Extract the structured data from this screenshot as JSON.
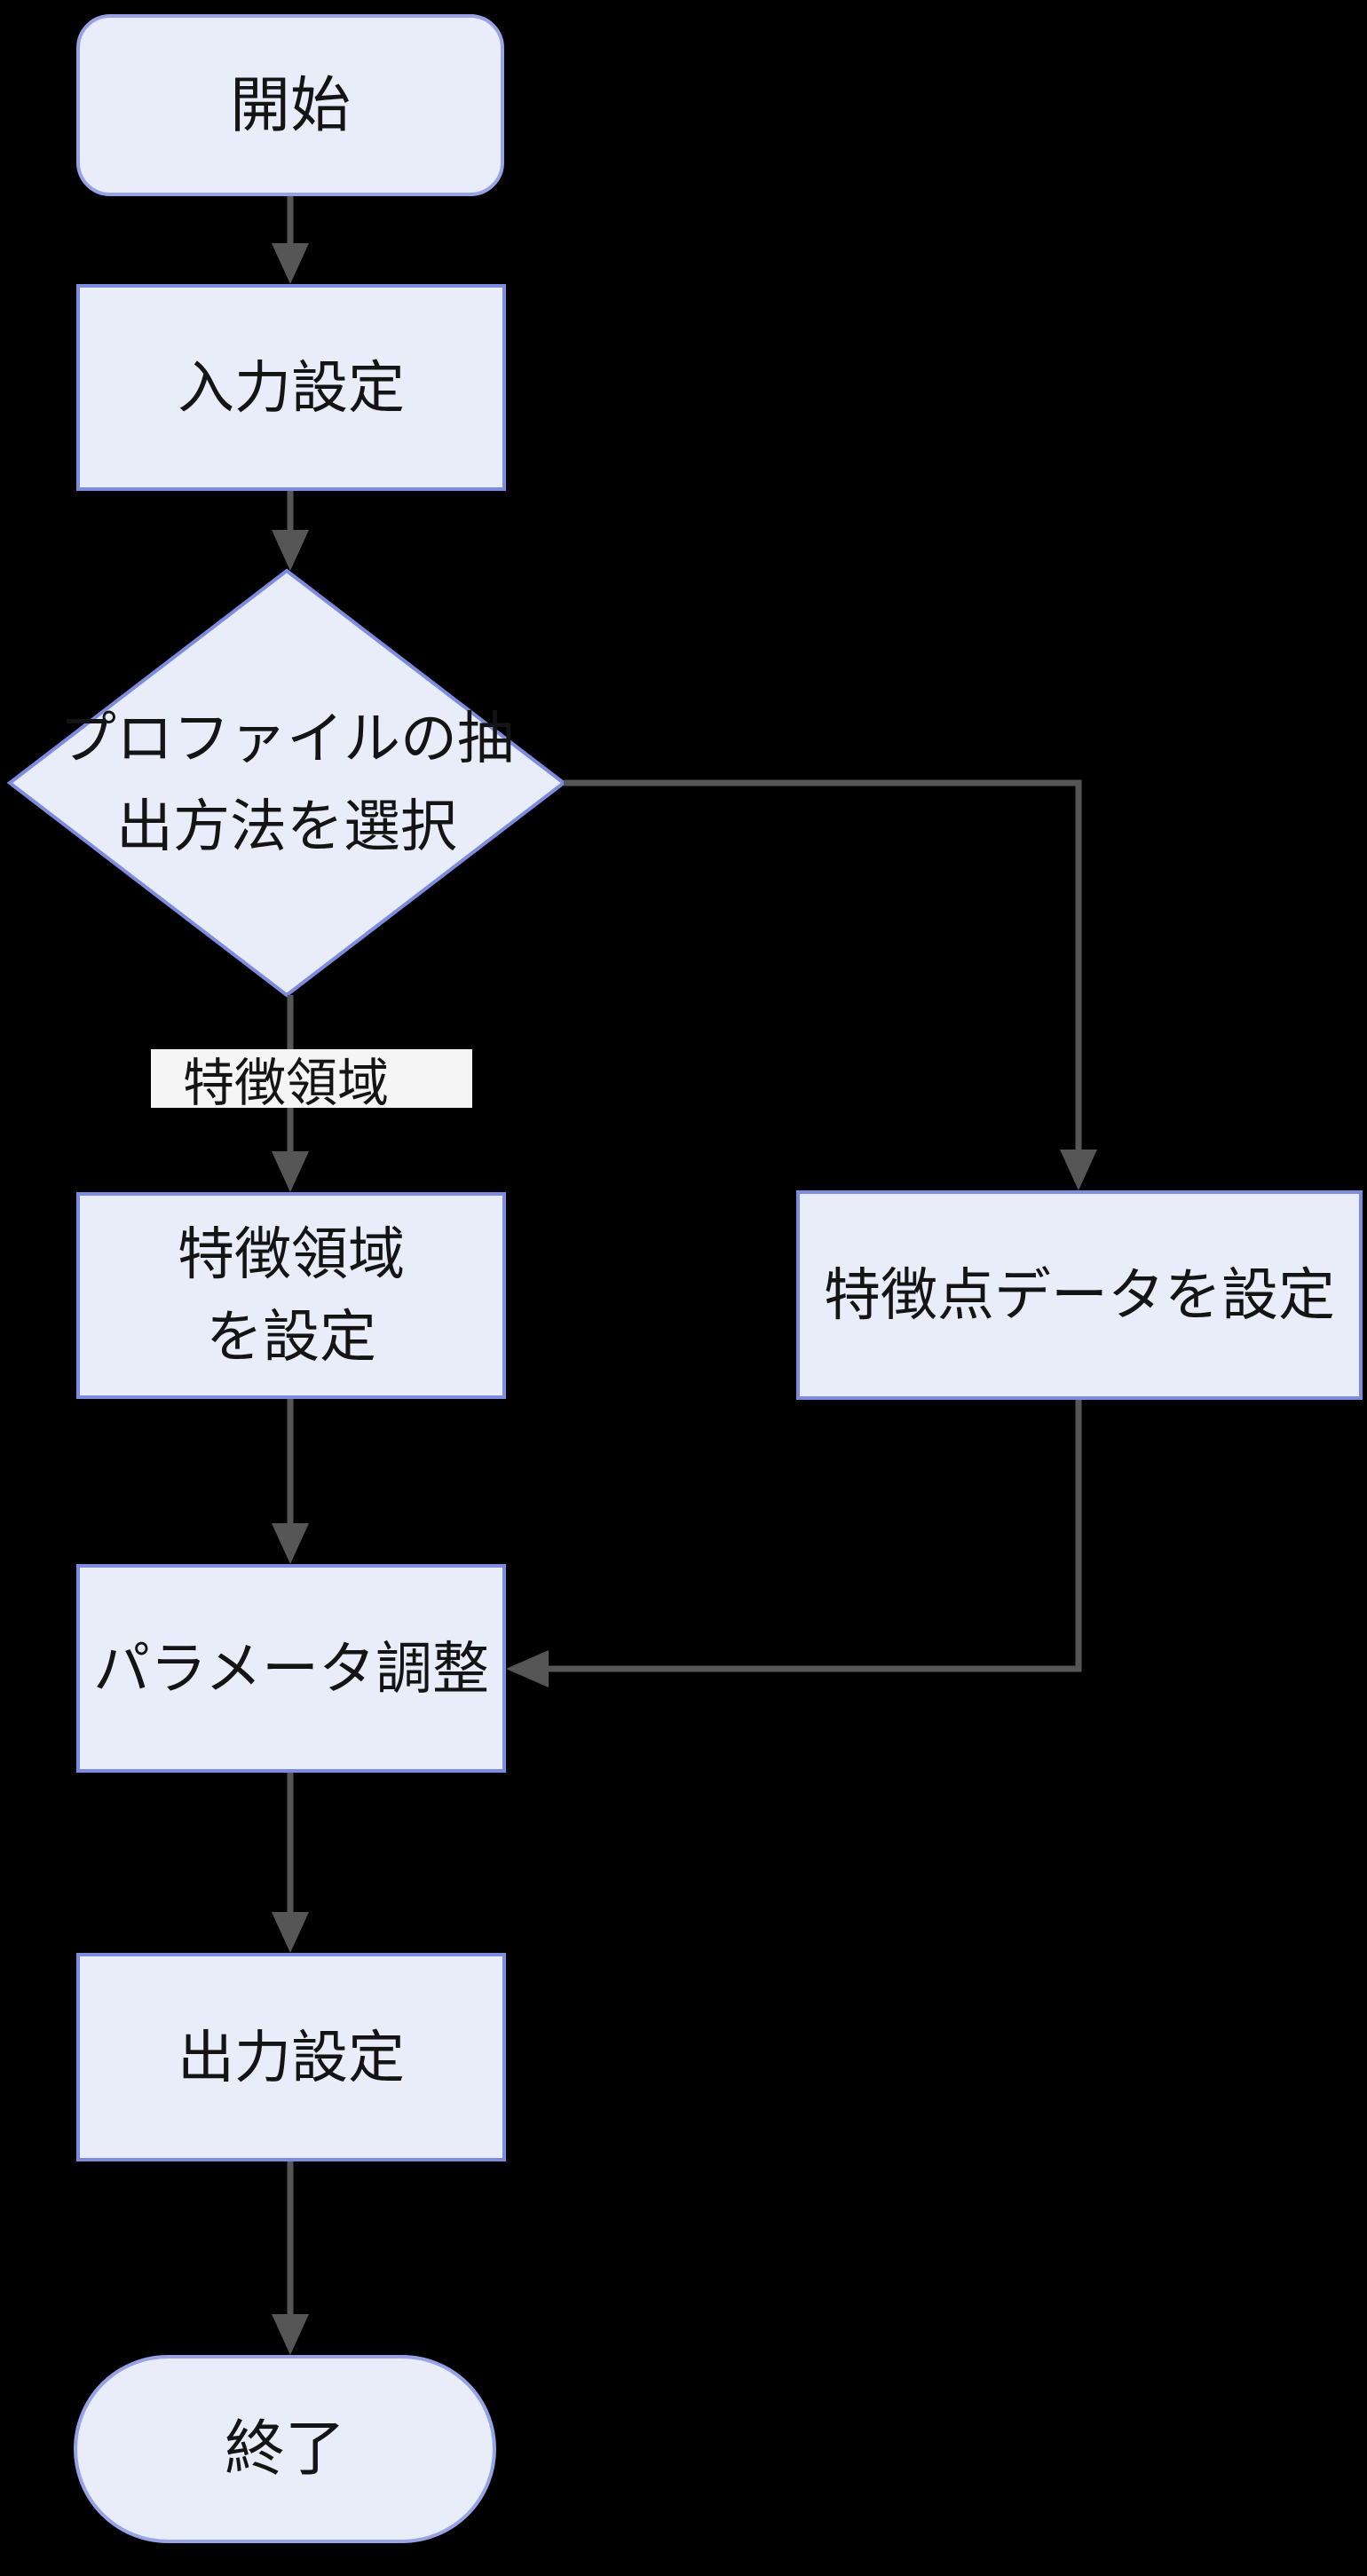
{
  "diagram": {
    "type": "flowchart",
    "direction": "top-down",
    "colors": {
      "background": "#000000",
      "node_fill": "#E9EDFA",
      "node_border": "#7E8CE0",
      "stadium_border": "#98A3E6",
      "arrow": "#565656",
      "text": "#141414",
      "edge_label_bg": "#F5F5F5"
    },
    "nodes": {
      "start": {
        "type": "stadium",
        "label": "開始"
      },
      "input": {
        "type": "process",
        "label": "入力設定"
      },
      "decision": {
        "type": "decision",
        "line1": "プロファイルの抽",
        "line2": "出方法を選択"
      },
      "feature_region": {
        "type": "process",
        "line1": "特徴領域",
        "line2": "を設定"
      },
      "feature_point": {
        "type": "process",
        "label": "特徴点データを設定"
      },
      "param": {
        "type": "process",
        "label": "パラメータ調整"
      },
      "output": {
        "type": "process",
        "label": "出力設定"
      },
      "end": {
        "type": "stadium",
        "label": "終了"
      }
    },
    "edges": [
      {
        "from": "start",
        "to": "input",
        "label": ""
      },
      {
        "from": "input",
        "to": "decision",
        "label": ""
      },
      {
        "from": "decision",
        "to": "feature_region",
        "label": "特徴領域"
      },
      {
        "from": "decision",
        "to": "feature_point",
        "label": ""
      },
      {
        "from": "feature_region",
        "to": "param",
        "label": ""
      },
      {
        "from": "feature_point",
        "to": "param",
        "label": ""
      },
      {
        "from": "param",
        "to": "output",
        "label": ""
      },
      {
        "from": "output",
        "to": "end",
        "label": ""
      }
    ],
    "edge_label": {
      "feature_region_branch": "特徴領域"
    }
  }
}
